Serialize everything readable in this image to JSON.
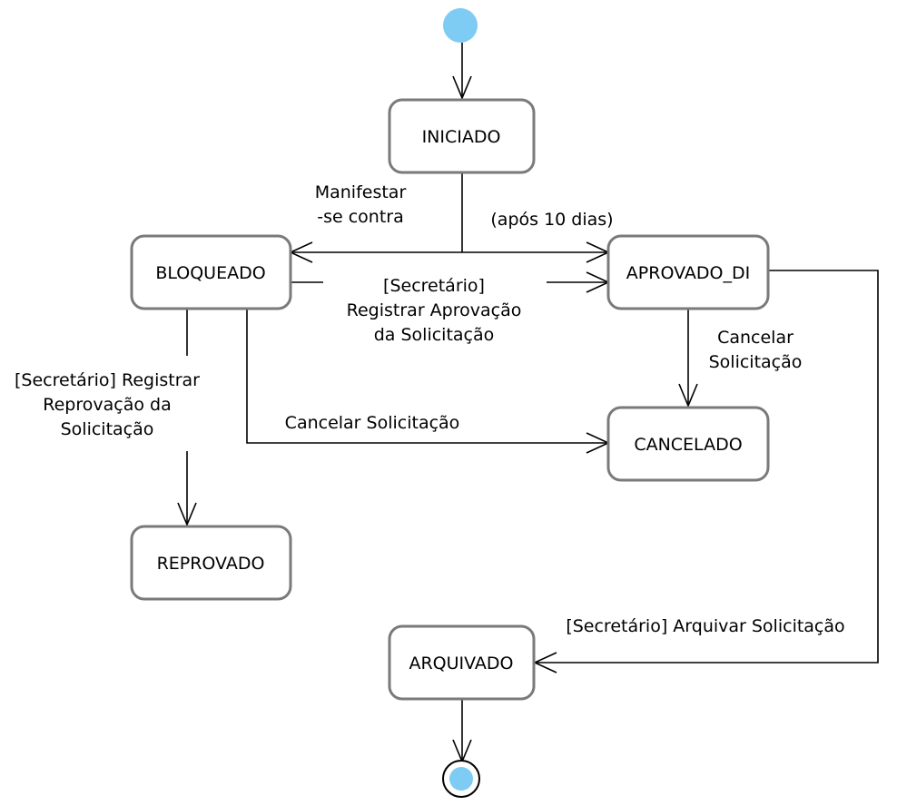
{
  "states": {
    "iniciado": "INICIADO",
    "bloqueado": "BLOQUEADO",
    "aprovado_di": "APROVADO_DI",
    "cancelado": "CANCELADO",
    "reprovado": "REPROVADO",
    "arquivado": "ARQUIVADO"
  },
  "transitions": {
    "manifestar": [
      "Manifestar",
      "-se contra"
    ],
    "apos_10_dias": "(após 10 dias)",
    "registrar_aprovacao": [
      "[Secretário]",
      "Registrar  Aprovação",
      "da Solicitação"
    ],
    "registrar_reprovacao": [
      "[Secretário] Registrar",
      "Reprovação da",
      "Solicitação"
    ],
    "cancelar_bloqueado": "Cancelar Solicitação",
    "cancelar_aprovado": [
      "Cancelar",
      "Solicitação"
    ],
    "arquivar": "[Secretário] Arquivar Solicitação"
  },
  "colors": {
    "pseudo_state_fill": "#7ecbf3",
    "state_border": "#7a7a7a",
    "line": "#000000"
  }
}
